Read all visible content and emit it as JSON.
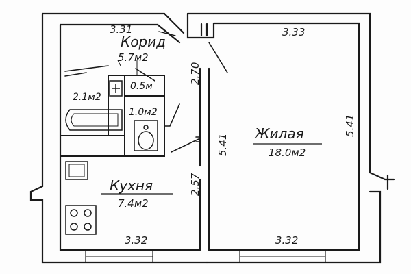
{
  "plan": {
    "rooms": {
      "corridor": {
        "name": "Корид",
        "area": "5.7м2"
      },
      "wc": {
        "area": "0.5м"
      },
      "bath_room": {
        "area": "2.1м2"
      },
      "toilet": {
        "area": "1.0м2"
      },
      "kitchen": {
        "name": "Кухня",
        "area": "7.4м2"
      },
      "living": {
        "name": "Жилая",
        "area": "18.0м2"
      }
    },
    "dimensions": {
      "corridor_width": "3.31",
      "living_width_top": "3.33",
      "corridor_depth": "2.70",
      "kitchen_depth": "2.57",
      "living_depth_left": "5.41",
      "living_depth_right": "5.41",
      "kitchen_width_bottom": "3.32",
      "living_width_bottom": "3.32"
    },
    "colors": {
      "ink": "#1a1a1a",
      "paper": "#fdfdfd"
    }
  }
}
